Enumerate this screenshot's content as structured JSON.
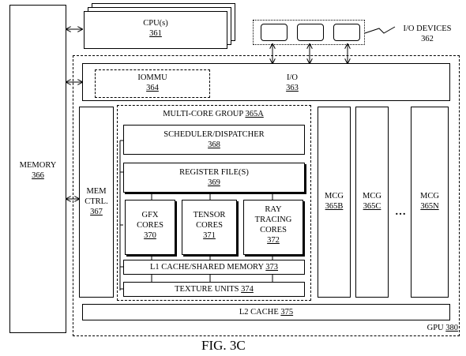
{
  "memory": {
    "label": "MEMORY",
    "num": "366"
  },
  "cpu": {
    "label": "CPU(s)",
    "num": "361"
  },
  "io_devices": {
    "label": "I/O DEVICES",
    "num": "362"
  },
  "iommu": {
    "label": "IOMMU",
    "num": "364"
  },
  "io": {
    "label": "I/O",
    "num": "363"
  },
  "mem_ctrl": {
    "line1": "MEM",
    "line2": "CTRL.",
    "num": "367"
  },
  "mcg_a": {
    "label": "MULTI-CORE GROUP",
    "num": "365A"
  },
  "scheduler": {
    "label": "SCHEDULER/DISPATCHER",
    "num": "368"
  },
  "register_file": {
    "label": "REGISTER FILE(S)",
    "num": "369"
  },
  "gfx": {
    "line1": "GFX",
    "line2": "CORES",
    "num": "370"
  },
  "tensor": {
    "line1": "TENSOR",
    "line2": "CORES",
    "num": "371"
  },
  "ray": {
    "line1": "RAY",
    "line2": "TRACING",
    "line3": "CORES",
    "num": "372"
  },
  "l1_cache": {
    "label": "L1 CACHE/SHARED MEMORY",
    "num": "373"
  },
  "texture": {
    "label": "TEXTURE UNITS",
    "num": "374"
  },
  "mcg_b": {
    "label": "MCG",
    "num": "365B"
  },
  "mcg_c": {
    "label": "MCG",
    "num": "365C"
  },
  "ellipsis": "…",
  "mcg_n": {
    "label": "MCG",
    "num": "365N"
  },
  "l2_cache": {
    "label": "L2 CACHE",
    "num": "375"
  },
  "gpu": {
    "label": "GPU",
    "num": "380"
  },
  "figure_label": "FIG. 3C"
}
